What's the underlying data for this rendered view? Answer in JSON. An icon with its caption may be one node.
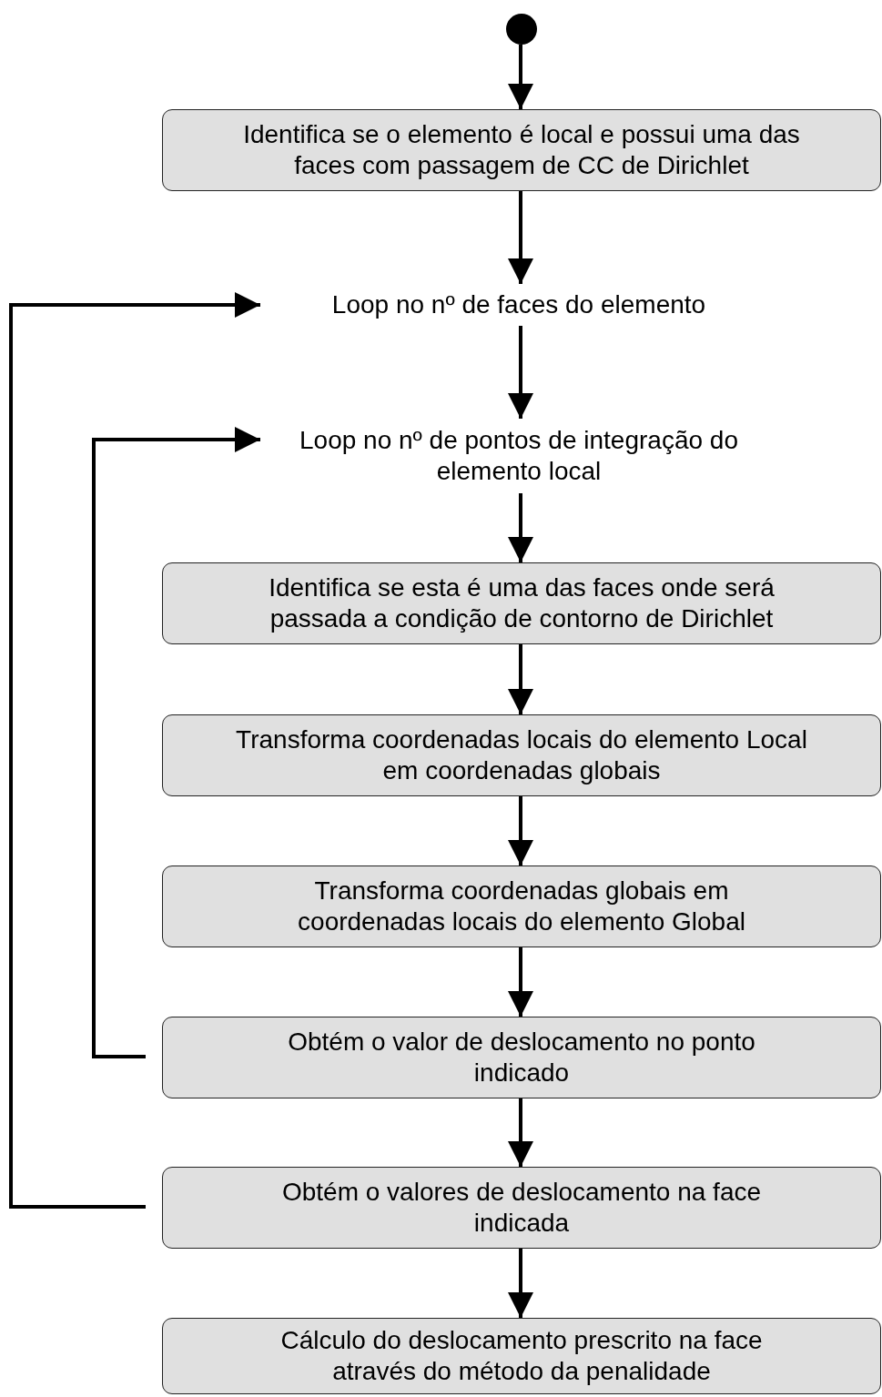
{
  "diagram": {
    "nodes": [
      {
        "text": [],
        "shape": "circle"
      },
      {
        "text": [
          "Identifica se o elemento é local e possui uma das faces com passagem de CC de Dirichlet"
        ]
      },
      {
        "text": [
          "Loop no nº de faces do elemento"
        ]
      },
      {
        "text": [
          "Loop no nº de pontos de integração do elemento local"
        ]
      },
      {
        "text": [
          "Identifica se esta é uma das faces onde será passada a condição de contorno de Dirichlet"
        ]
      },
      {
        "text": [
          "Transforma coordenadas locais do elemento Local em coordenadas globais"
        ]
      },
      {
        "text": [
          "Transforma coordenadas globais em coordenadas locais do elemento Global"
        ]
      },
      {
        "text": [
          "Obtém o valor de deslocamento no ponto indicado"
        ]
      },
      {
        "text": [
          "Obtém o valores de deslocamento na face indicada"
        ]
      },
      {
        "text": [
          "Cálculo do deslocamento prescrito na face através do método da penalidade"
        ]
      }
    ],
    "edges": [
      {
        "from": 0,
        "to": 1,
        "arrow": "to"
      },
      {
        "from": 1,
        "to": 2,
        "arrow": "to"
      },
      {
        "from": 2,
        "to": 3,
        "arrow": "to"
      },
      {
        "from": 3,
        "to": 4,
        "arrow": "to"
      },
      {
        "from": 4,
        "to": 5,
        "arrow": "to"
      },
      {
        "from": 5,
        "to": 6,
        "arrow": "to"
      },
      {
        "from": 6,
        "to": 7,
        "arrow": "to"
      },
      {
        "from": 7,
        "to": 8,
        "arrow": "to"
      },
      {
        "from": 8,
        "to": 9,
        "arrow": "to"
      },
      {
        "from": 7,
        "to": 3,
        "arrow": "to"
      },
      {
        "from": 8,
        "to": 2,
        "arrow": "to"
      }
    ]
  }
}
